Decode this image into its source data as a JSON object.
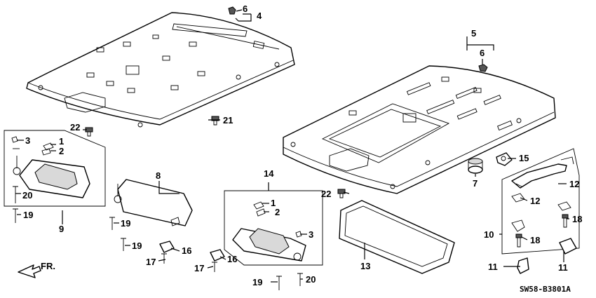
{
  "diagram": {
    "drawing_code": "SW58-B3801A",
    "direction_label": "FR.",
    "callouts": {
      "c1a": "1",
      "c1b": "1",
      "c2a": "2",
      "c2b": "2",
      "c3a": "3",
      "c3b": "3",
      "c4": "4",
      "c5": "5",
      "c6a": "6",
      "c6b": "6",
      "c7": "7",
      "c8": "8",
      "c9": "9",
      "c10": "10",
      "c11a": "11",
      "c11b": "11",
      "c12a": "12",
      "c12b": "12",
      "c13": "13",
      "c14": "14",
      "c15": "15",
      "c16a": "16",
      "c16b": "16",
      "c17a": "17",
      "c17b": "17",
      "c18a": "18",
      "c18b": "18",
      "c19a": "19",
      "c19b": "19",
      "c19c": "19",
      "c19d": "19",
      "c20a": "20",
      "c20b": "20",
      "c21": "21",
      "c22a": "22",
      "c22b": "22"
    }
  }
}
